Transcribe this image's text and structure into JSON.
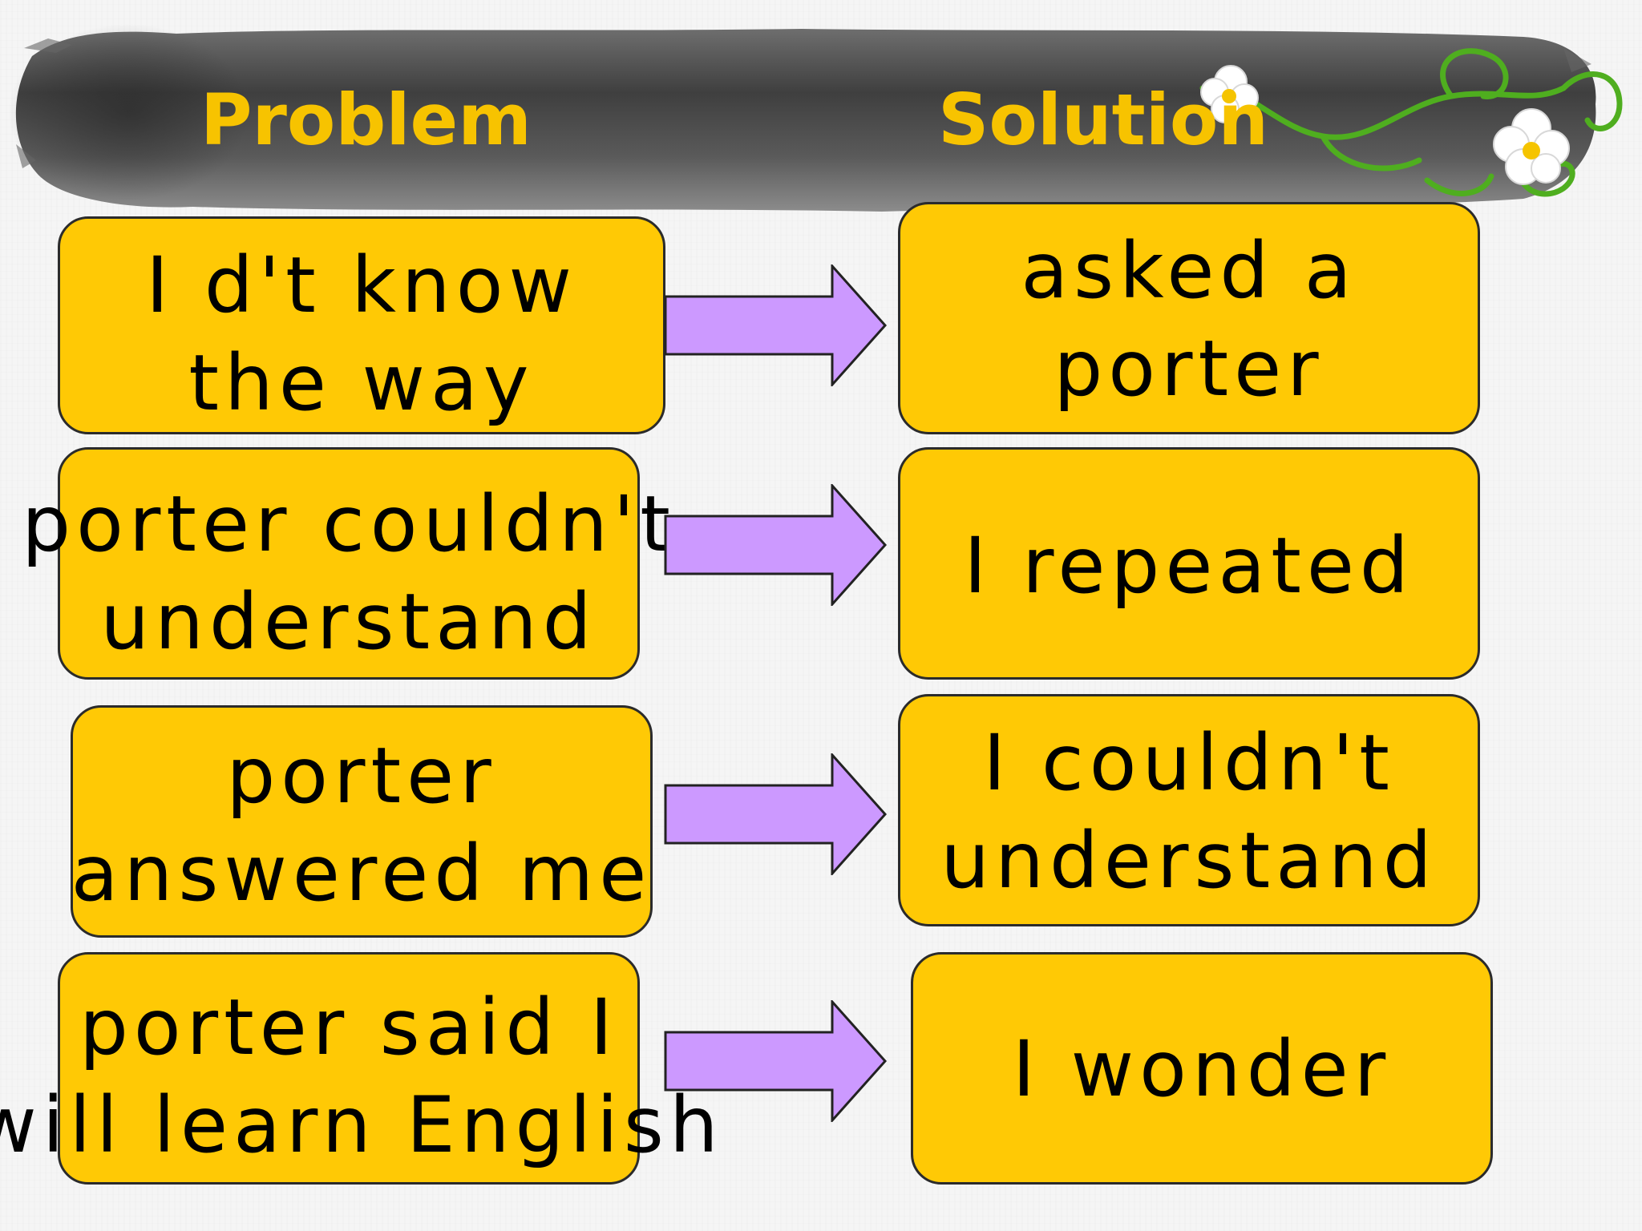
{
  "header": {
    "problem_label": "Problem",
    "solution_label": "Solution"
  },
  "rows": [
    {
      "problem": "I d't know\nthe way",
      "solution": "asked a\nporter"
    },
    {
      "problem": "porter couldn't\nunderstand",
      "solution": "I repeated"
    },
    {
      "problem": "porter\nanswered me",
      "solution": "I couldn't\nunderstand"
    },
    {
      "problem": "porter said I\nwill learn English",
      "solution": "I wonder"
    }
  ],
  "colors": {
    "box_fill": "#ffc905",
    "header_text": "#f7c300",
    "arrow_fill": "#cc99ff",
    "band": "#4a4a4a"
  }
}
